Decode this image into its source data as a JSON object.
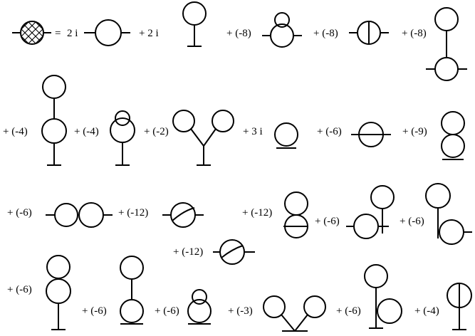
{
  "equals": "=",
  "terms": [
    {
      "coef": "2 i"
    },
    {
      "coef": "+ 2 i"
    },
    {
      "coef": "+ (-8)"
    },
    {
      "coef": "+ (-8)"
    },
    {
      "coef": "+ (-8)"
    },
    {
      "coef": "+ (-4)"
    },
    {
      "coef": "+ (-4)"
    },
    {
      "coef": "+ (-2)"
    },
    {
      "coef": "+ 3 i"
    },
    {
      "coef": "+ (-6)"
    },
    {
      "coef": "+ (-9)"
    },
    {
      "coef": "+ (-6)"
    },
    {
      "coef": "+ (-12)"
    },
    {
      "coef": "+ (-12)"
    },
    {
      "coef": "+ (-6)"
    },
    {
      "coef": "+ (-6)"
    },
    {
      "coef": "+ (-12)"
    },
    {
      "coef": "+ (-6)"
    },
    {
      "coef": "+ (-6)"
    },
    {
      "coef": "+ (-6)"
    },
    {
      "coef": "+ (-3)"
    },
    {
      "coef": "+ (-6)"
    },
    {
      "coef": "+ (-4)"
    }
  ]
}
